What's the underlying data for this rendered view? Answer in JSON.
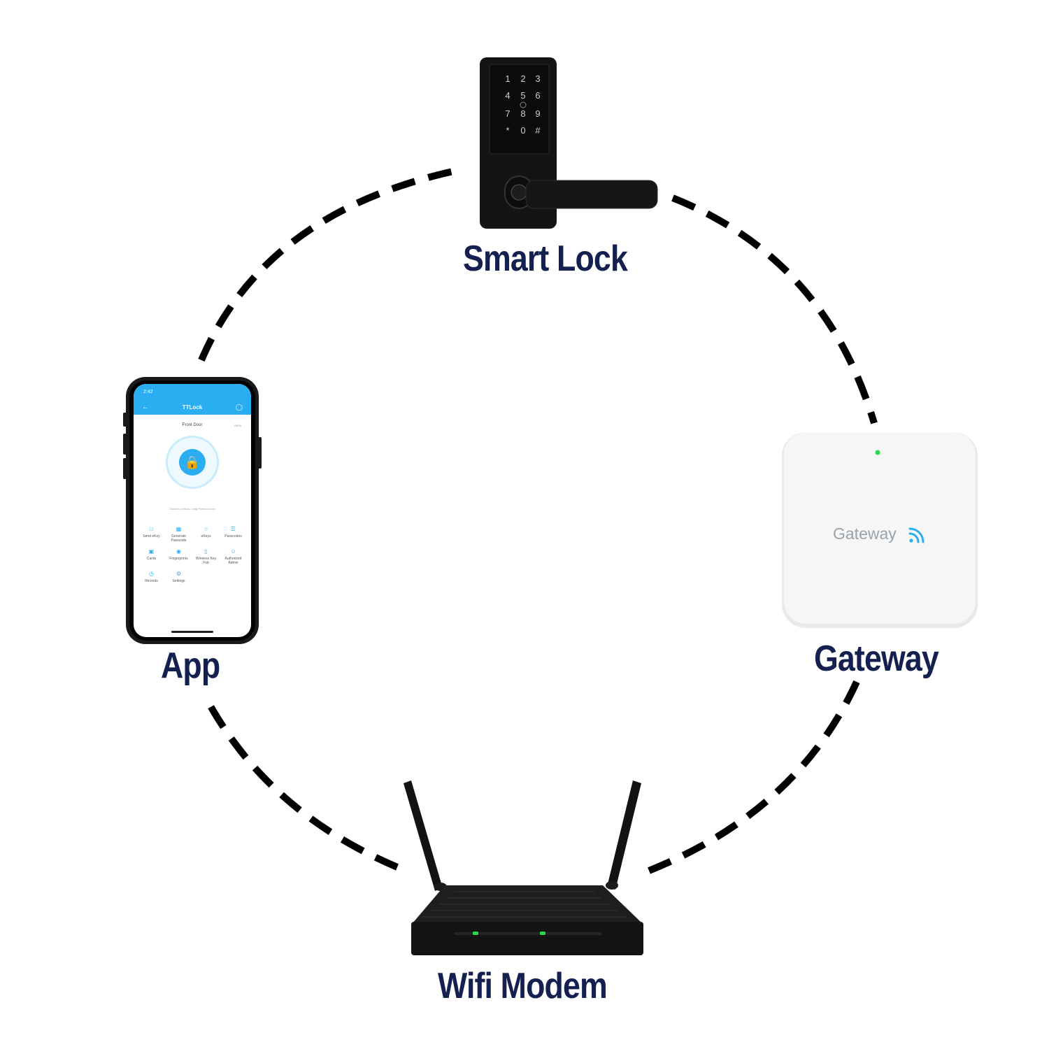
{
  "nodes": {
    "smart_lock": {
      "label": "Smart Lock",
      "keypad": [
        "1",
        "2",
        "3",
        "4",
        "5",
        "6",
        "7",
        "8",
        "9",
        "*",
        "0",
        "#"
      ]
    },
    "app": {
      "label": "App",
      "screen": {
        "time": "2:42",
        "title": "TTLock",
        "lock_name": "Front Door",
        "battery": "100%",
        "hint": "Touch to Unlock, Long Press to Lock",
        "menu": [
          {
            "label": "Send eKey",
            "icon": "send-icon"
          },
          {
            "label": "Generate Passcode",
            "icon": "passcode-icon"
          },
          {
            "label": "eKeys",
            "icon": "key-icon"
          },
          {
            "label": "Passcodes",
            "icon": "list-icon"
          },
          {
            "label": "Cards",
            "icon": "card-icon"
          },
          {
            "label": "Fingerprints",
            "icon": "fingerprint-icon"
          },
          {
            "label": "Wireless Key Fob",
            "icon": "fob-icon"
          },
          {
            "label": "Authorized Admin",
            "icon": "admin-icon"
          },
          {
            "label": "Records",
            "icon": "clock-icon"
          },
          {
            "label": "Settings",
            "icon": "gear-icon"
          }
        ]
      }
    },
    "gateway": {
      "label": "Gateway",
      "device_text": "Gateway"
    },
    "wifi_modem": {
      "label": "Wifi Modem"
    }
  },
  "colors": {
    "label": "#14204f",
    "connector": "#000000",
    "app_accent": "#2aaef1",
    "led_green": "#2bd84a",
    "device_dark": "#1c1c1e"
  }
}
